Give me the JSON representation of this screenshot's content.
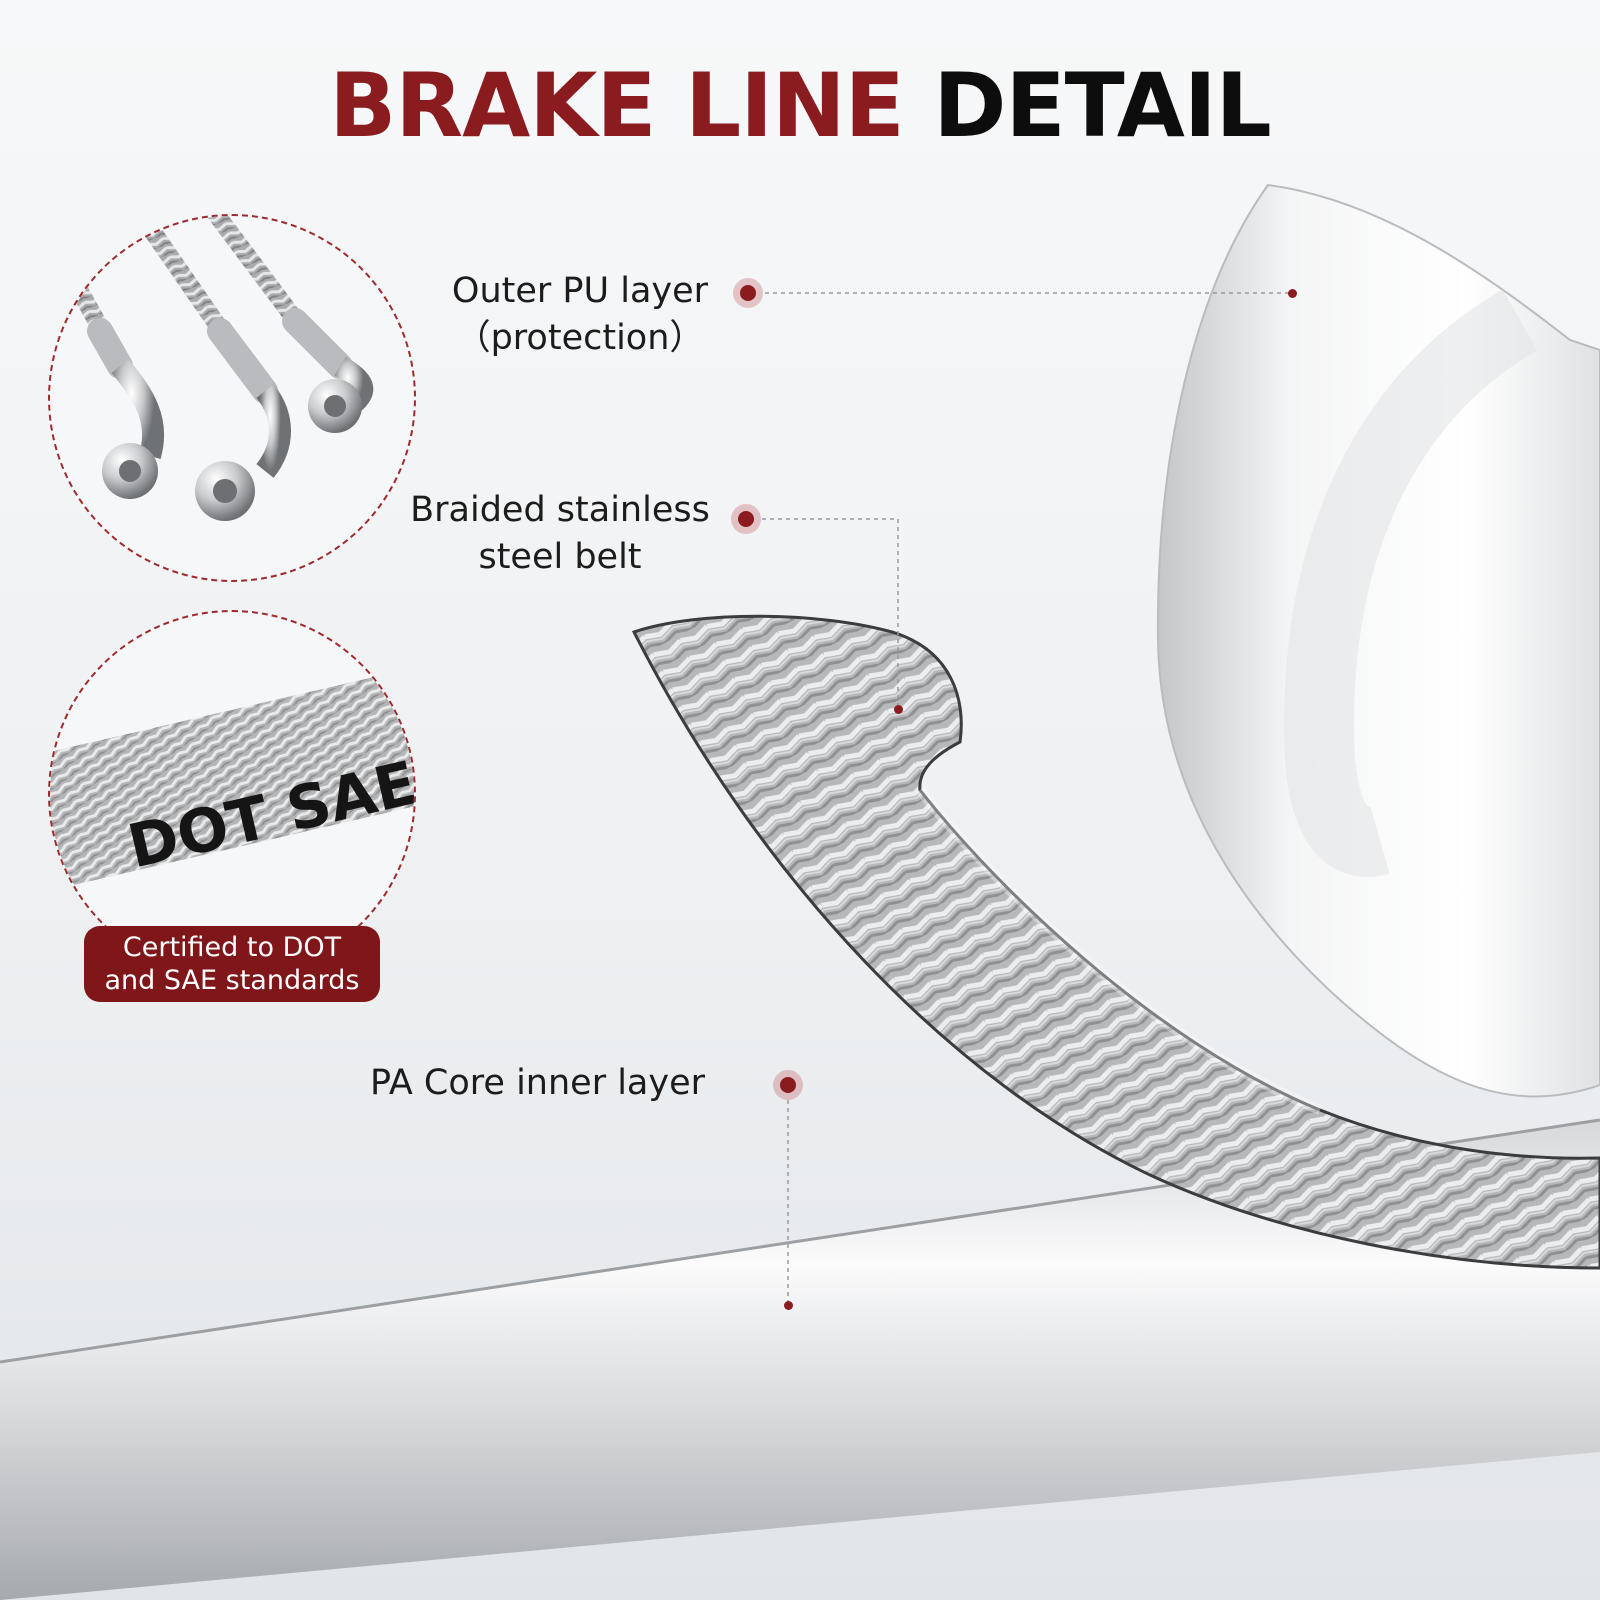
{
  "title": {
    "part1": "BRAKE LINE",
    "part2": "DETAIL"
  },
  "callouts": {
    "outer": {
      "line1": "Outer PU layer",
      "line2": "（protection）"
    },
    "braid": {
      "line1": "Braided stainless",
      "line2": "steel belt"
    },
    "core": {
      "line1": "PA Core inner layer"
    }
  },
  "badge": {
    "line1": "Certified to DOT",
    "line2": "and SAE standards"
  },
  "hose_marking": "DOT SAE",
  "colors": {
    "accent": "#8a1c1f",
    "text": "#1c1c1c",
    "background": "#f2f3f5"
  }
}
